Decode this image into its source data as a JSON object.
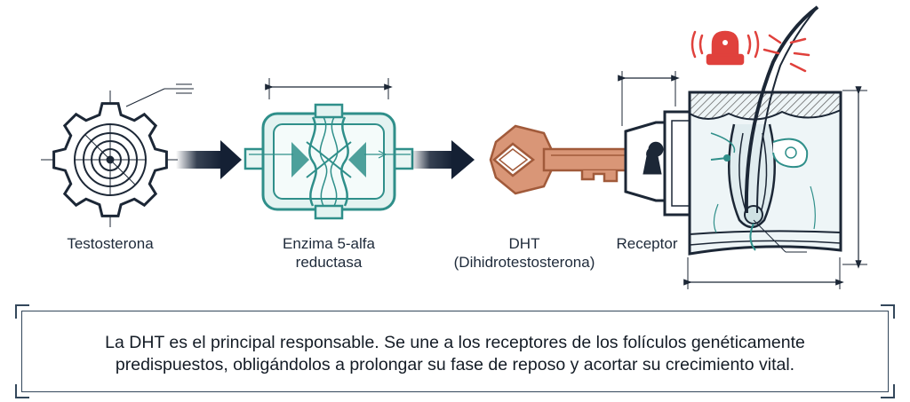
{
  "labels": {
    "testosterone": "Testosterona",
    "enzyme_line1": "Enzima 5-alfa",
    "enzyme_line2": "reductasa",
    "dht_line1": "DHT",
    "dht_line2": "(Dihidrotestosterona)",
    "receptor": "Receptor"
  },
  "caption": {
    "line1": "La DHT es el principal responsable. Se une a los receptores de los folículos genéticamente",
    "line2": "predispuestos, obligándolos a prolongar su fase de reposo y acortar su crecimiento vital."
  },
  "colors": {
    "ink": "#1c2736",
    "arrow": "#142034",
    "enzyme": "#2f8f8a",
    "key": "#c07a58",
    "alarm": "#e0413c"
  },
  "icons": [
    "gear-icon",
    "enzyme-icon",
    "key-icon",
    "lock-receptor-icon",
    "hair-follicle-icon",
    "alarm-icon"
  ]
}
